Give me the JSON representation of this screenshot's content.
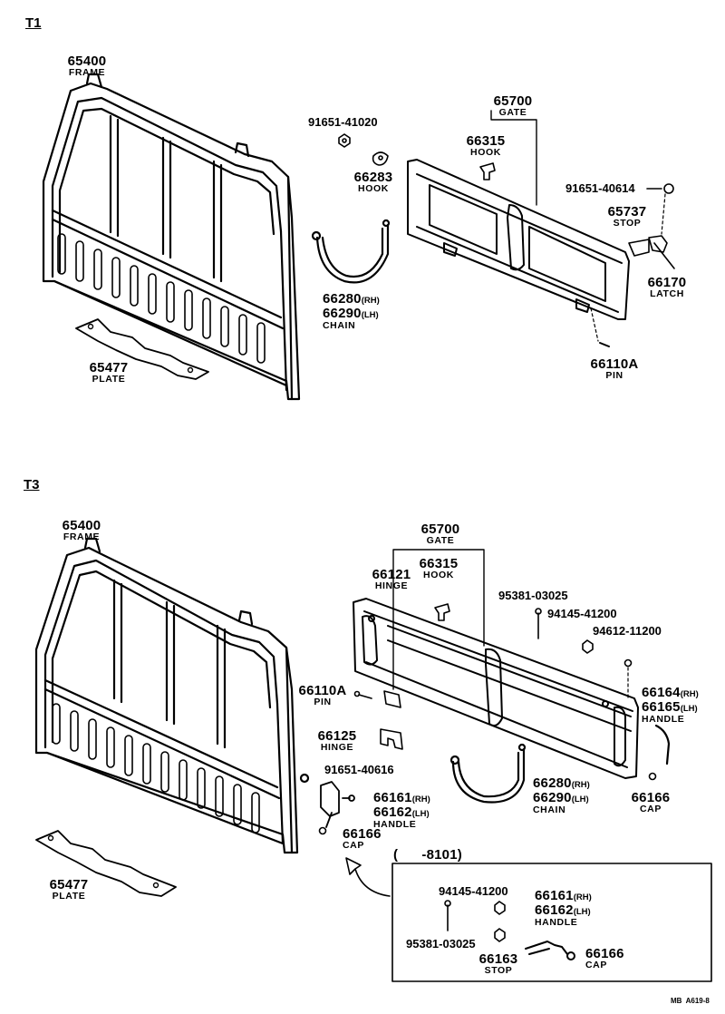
{
  "sections": {
    "t1": "T1",
    "t3": "T3"
  },
  "t1": {
    "frame": {
      "num": "65400",
      "name": "FRAME"
    },
    "plate": {
      "num": "65477",
      "name": "PLATE"
    },
    "bolt": {
      "num": "91651-41020"
    },
    "hook_small": {
      "num": "66283",
      "name": "HOOK"
    },
    "chain": {
      "num_rh": "66280",
      "sfx_rh": "(RH)",
      "num_lh": "66290",
      "sfx_lh": "(LH)",
      "name": "CHAIN"
    },
    "gate": {
      "num": "65700",
      "name": "GATE"
    },
    "hook": {
      "num": "66315",
      "name": "HOOK"
    },
    "bolt2": {
      "num": "91651-40614"
    },
    "stop": {
      "num": "65737",
      "name": "STOP"
    },
    "latch": {
      "num": "66170",
      "name": "LATCH"
    },
    "pin": {
      "num": "66110A",
      "name": "PIN"
    }
  },
  "t3": {
    "frame": {
      "num": "65400",
      "name": "FRAME"
    },
    "plate": {
      "num": "65477",
      "name": "PLATE"
    },
    "gate": {
      "num": "65700",
      "name": "GATE"
    },
    "hook": {
      "num": "66315",
      "name": "HOOK"
    },
    "hinge1": {
      "num": "66121",
      "name": "HINGE"
    },
    "screw": {
      "num": "95381-03025"
    },
    "washer": {
      "num": "94145-41200"
    },
    "nut": {
      "num": "94612-11200"
    },
    "handle_right": {
      "num_rh": "66164",
      "sfx_rh": "(RH)",
      "num_lh": "66165",
      "sfx_lh": "(LH)",
      "name": "HANDLE"
    },
    "pin": {
      "num": "66110A",
      "name": "PIN"
    },
    "hinge2": {
      "num": "66125",
      "name": "HINGE"
    },
    "bolt": {
      "num": "91651-40616"
    },
    "handle_left": {
      "num_rh": "66161",
      "sfx_rh": "(RH)",
      "num_lh": "66162",
      "sfx_lh": "(LH)",
      "name": "HANDLE"
    },
    "cap_left": {
      "num": "66166",
      "name": "CAP"
    },
    "chain": {
      "num_rh": "66280",
      "sfx_rh": "(RH)",
      "num_lh": "66290",
      "sfx_lh": "(LH)",
      "name": "CHAIN"
    },
    "cap_right": {
      "num": "66166",
      "name": "CAP"
    }
  },
  "inset": {
    "range": "(      -8101)",
    "washer": {
      "num": "94145-41200"
    },
    "screw": {
      "num": "95381-03025"
    },
    "handle": {
      "num_rh": "66161",
      "sfx_rh": "(RH)",
      "num_lh": "66162",
      "sfx_lh": "(LH)",
      "name": "HANDLE"
    },
    "stop": {
      "num": "66163",
      "name": "STOP"
    },
    "cap": {
      "num": "66166",
      "name": "CAP"
    }
  },
  "ref_code": "MB  A619-8"
}
